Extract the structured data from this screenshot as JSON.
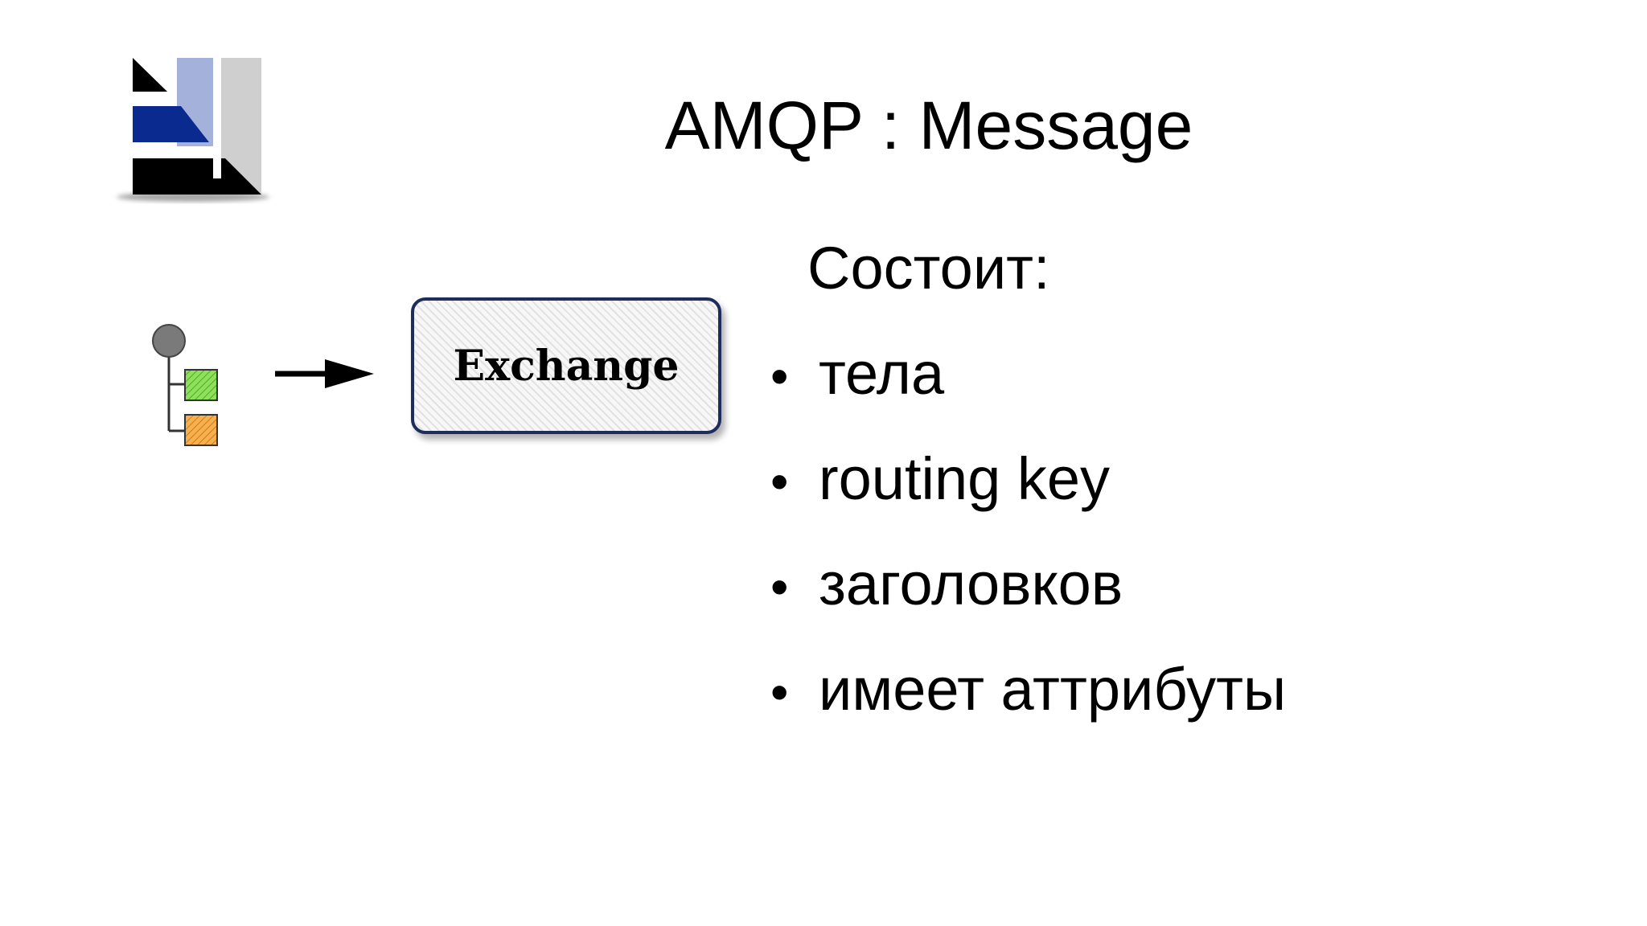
{
  "slide": {
    "title": "AMQP : Message",
    "subheading": "Состоит:",
    "bullet_glyph": "•",
    "bullets": [
      "тела",
      "routing key",
      "заголовков",
      "имеет аттрибуты"
    ]
  },
  "diagram": {
    "exchange_label": "Exchange",
    "icons": [
      "logo-icon",
      "message-icon",
      "arrow-right-icon"
    ]
  },
  "colors": {
    "logo_blue": "#0b2a8f",
    "logo_light_blue": "#a4b2db",
    "logo_gray": "#cfcfcf",
    "box_border": "#1f2d5c",
    "message_green": "#7ad44a",
    "message_orange": "#f0a040"
  }
}
